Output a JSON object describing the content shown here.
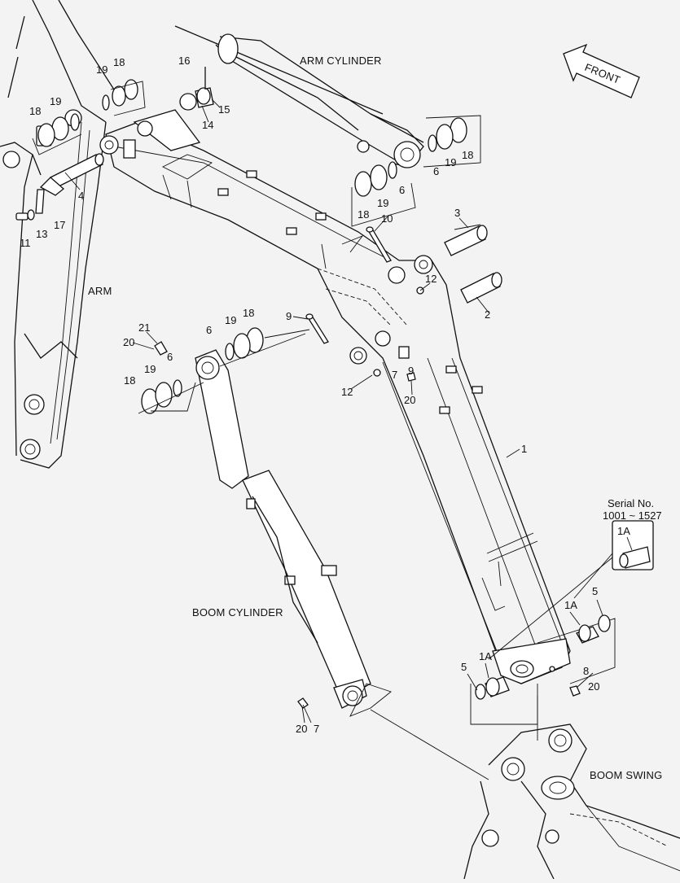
{
  "callouts": {
    "c1": "1",
    "c1a_top": "1A",
    "c1a_mid": "1A",
    "c1a_bot": "1A",
    "c2": "2",
    "c3": "3",
    "c4": "4",
    "c5_top": "5",
    "c5_bot": "5",
    "c6_rt": "6",
    "c6_rb": "6",
    "c6_lt": "6",
    "c6_lb": "6",
    "c7_mid": "7",
    "c7_bot": "7",
    "c8": "8",
    "c9_upper": "9",
    "c9_lower": "9",
    "c10": "10",
    "c11": "11",
    "c12_top": "12",
    "c12_bot": "12",
    "c13": "13",
    "c14": "14",
    "c15": "15",
    "c16": "16",
    "c17": "17",
    "c18_tl": "18",
    "c18_ml": "18",
    "c18_tr": "18",
    "c18_mr": "18",
    "c18_c": "18",
    "c18_bl": "18",
    "c19_tl": "19",
    "c19_ml": "19",
    "c19_tr": "19",
    "c19_mr": "19",
    "c19_c": "19",
    "c19_bl": "19",
    "c20_l": "20",
    "c20_mid": "20",
    "c20_r": "20",
    "c20_bot": "20",
    "c21": "21"
  },
  "captions": {
    "arm_cylinder": "ARM CYLINDER",
    "arm": "ARM",
    "boom_cylinder": "BOOM CYLINDER",
    "boom_swing": "BOOM SWING",
    "front": "FRONT",
    "serial_label": "Serial No.",
    "serial_range": "1001 ~ 1527"
  }
}
